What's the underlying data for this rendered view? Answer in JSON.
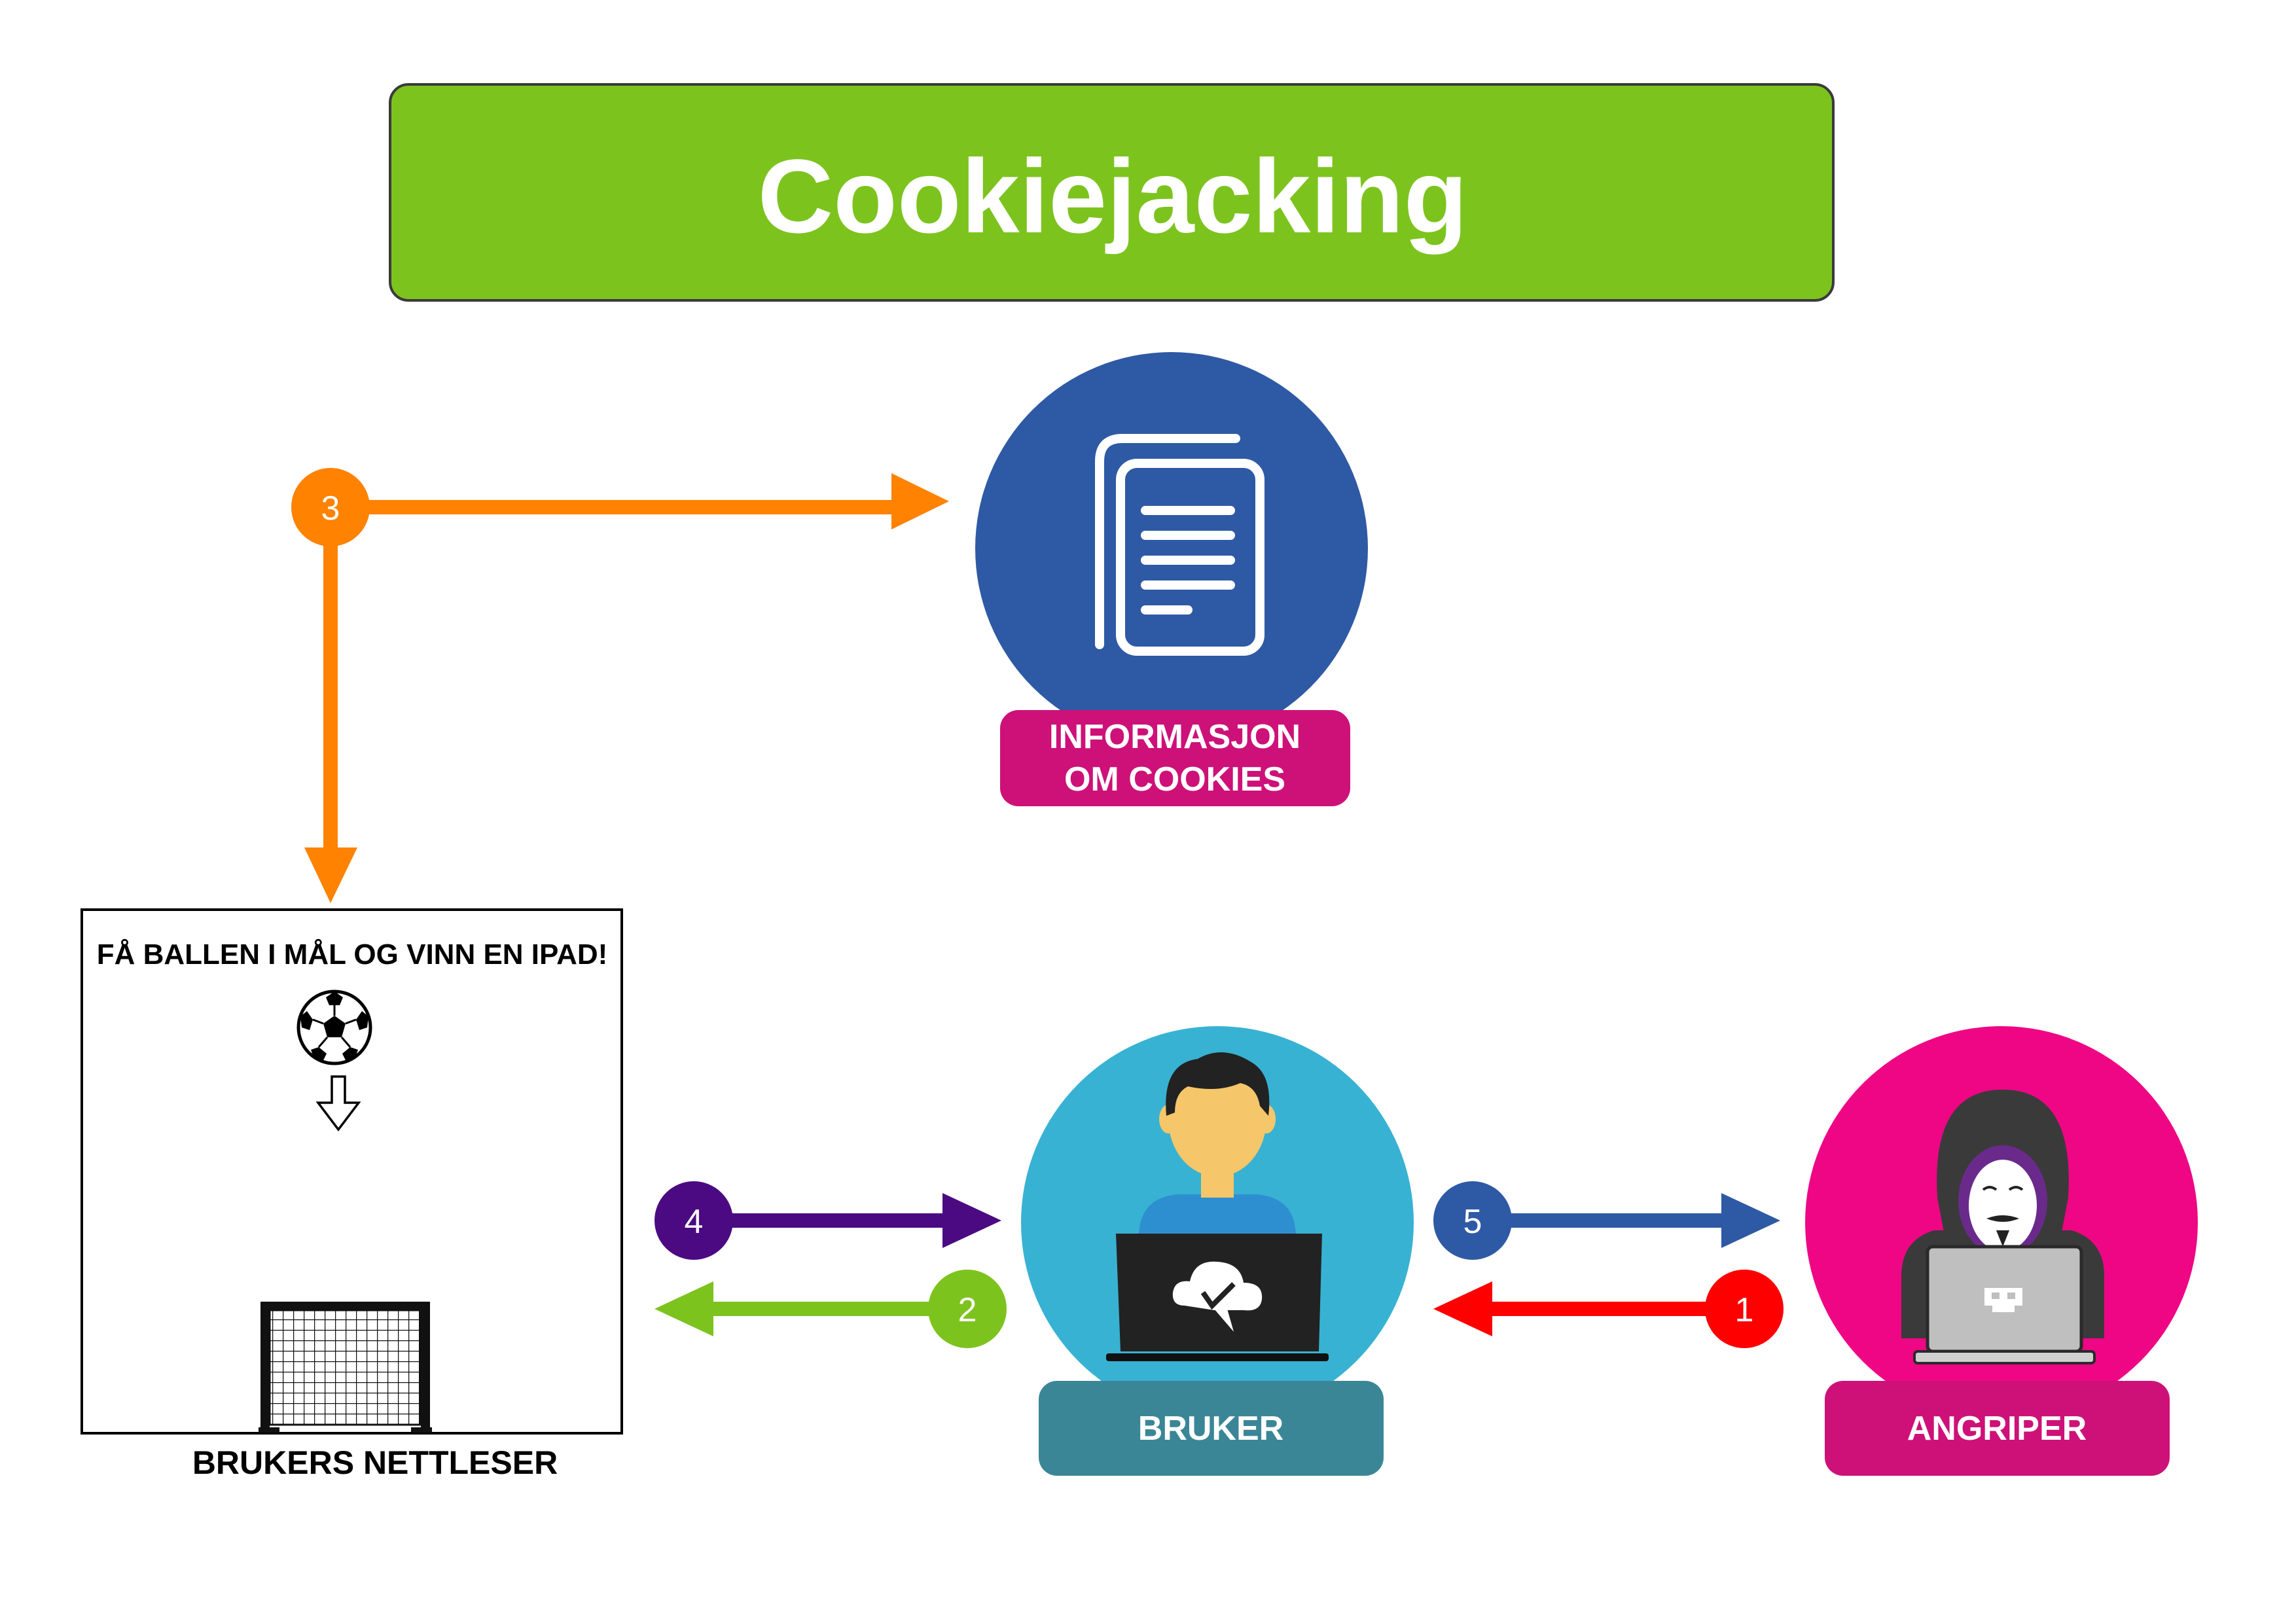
{
  "title": "Cookiejacking",
  "colors": {
    "title_bg": "#7DC31E",
    "orange": "#FF8200",
    "green": "#7DC31E",
    "purple": "#4B0A82",
    "blue": "#2E59A4",
    "red": "#FF0000",
    "doc_circle": "#2E59A4",
    "user_circle": "#38B2D2",
    "attacker_circle": "#EE0685",
    "label_magenta": "#CD1178",
    "label_teal": "#3B8696"
  },
  "nodes": {
    "cookies": {
      "label_line1": "INFORMASJON",
      "label_line2": "OM COOKIES",
      "icon": "document-icon"
    },
    "user": {
      "label": "BRUKER",
      "icon": "user-laptop-icon"
    },
    "attacker": {
      "label": "ANGRIPER",
      "icon": "hacker-icon"
    },
    "browser": {
      "caption": "BRUKERS NETTLESER",
      "heading": "FÅ BALLEN I MÅL OG VINN EN IPAD!",
      "icons": [
        "soccer-ball-icon",
        "down-arrow-icon",
        "goal-net-icon"
      ]
    }
  },
  "steps": [
    {
      "number": "1"
    },
    {
      "number": "2"
    },
    {
      "number": "3"
    },
    {
      "number": "4"
    },
    {
      "number": "5"
    }
  ]
}
